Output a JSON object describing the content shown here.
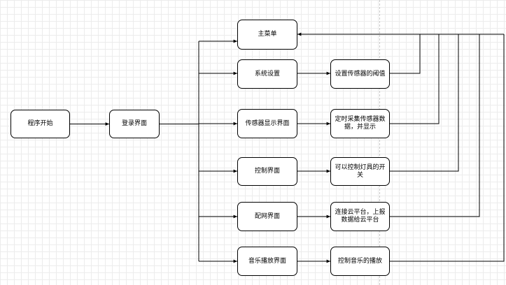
{
  "nodes": {
    "start": "程序开始",
    "login": "登录界面",
    "main_menu": "主菜单",
    "settings": "系统设置",
    "set_threshold": "设置传感器的阈值",
    "sensor_display": "传感器显示界面",
    "sensor_collect": "定时采集传感器数据，并显示",
    "control": "控制界面",
    "control_light": "可以控制灯具的开关",
    "network": "配网界面",
    "cloud_upload": "连接云平台，上报数据给云平台",
    "music": "音乐播放界面",
    "music_control": "控制音乐的播放"
  },
  "colors": {
    "stroke": "#000000",
    "box_fill": "#ffffff",
    "grid": "#ececec"
  }
}
